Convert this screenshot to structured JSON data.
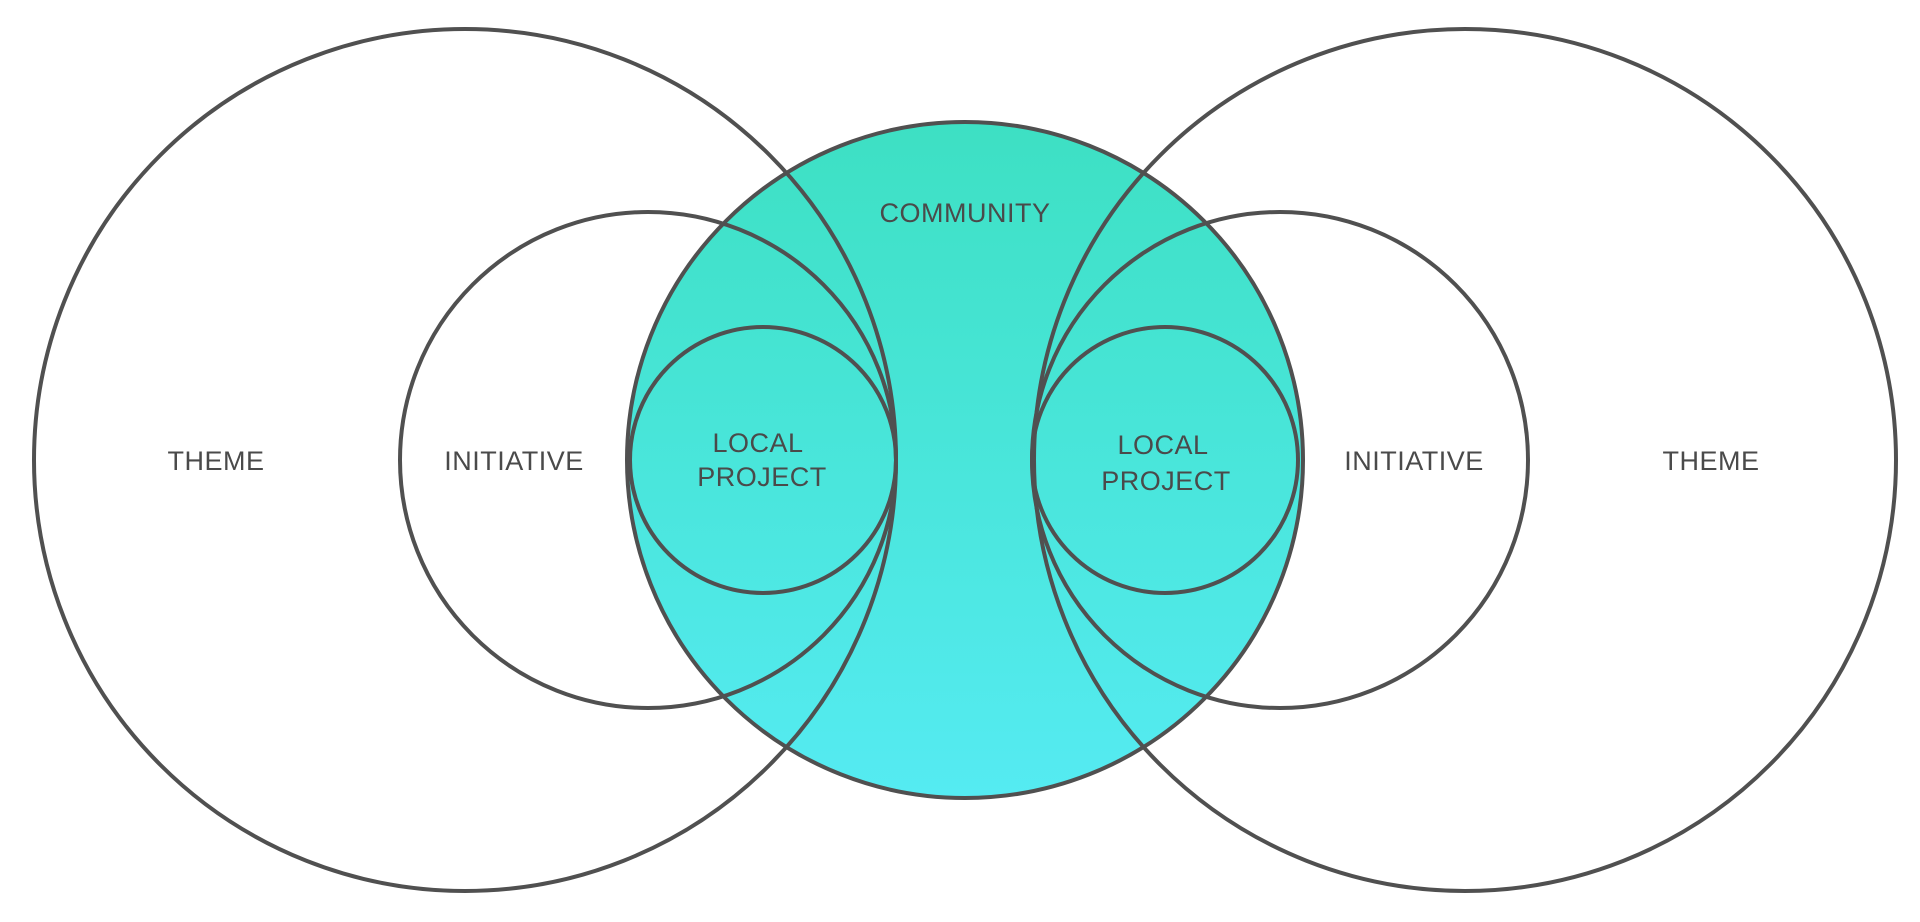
{
  "diagram": {
    "community": {
      "label": "COMMUNITY",
      "gradient": {
        "top": "#3de0c3",
        "bottom": "#55ebf2"
      }
    },
    "left": {
      "theme_label": "THEME",
      "initiative_label": "INITIATIVE",
      "local_project_label": [
        "LOCAL",
        "PROJECT"
      ]
    },
    "right": {
      "theme_label": "THEME",
      "initiative_label": "INITIATIVE",
      "local_project_label": [
        "LOCAL",
        "PROJECT"
      ]
    },
    "stroke_color": "#505050",
    "label_color": "#4a4a4a",
    "background": "#ffffff"
  }
}
